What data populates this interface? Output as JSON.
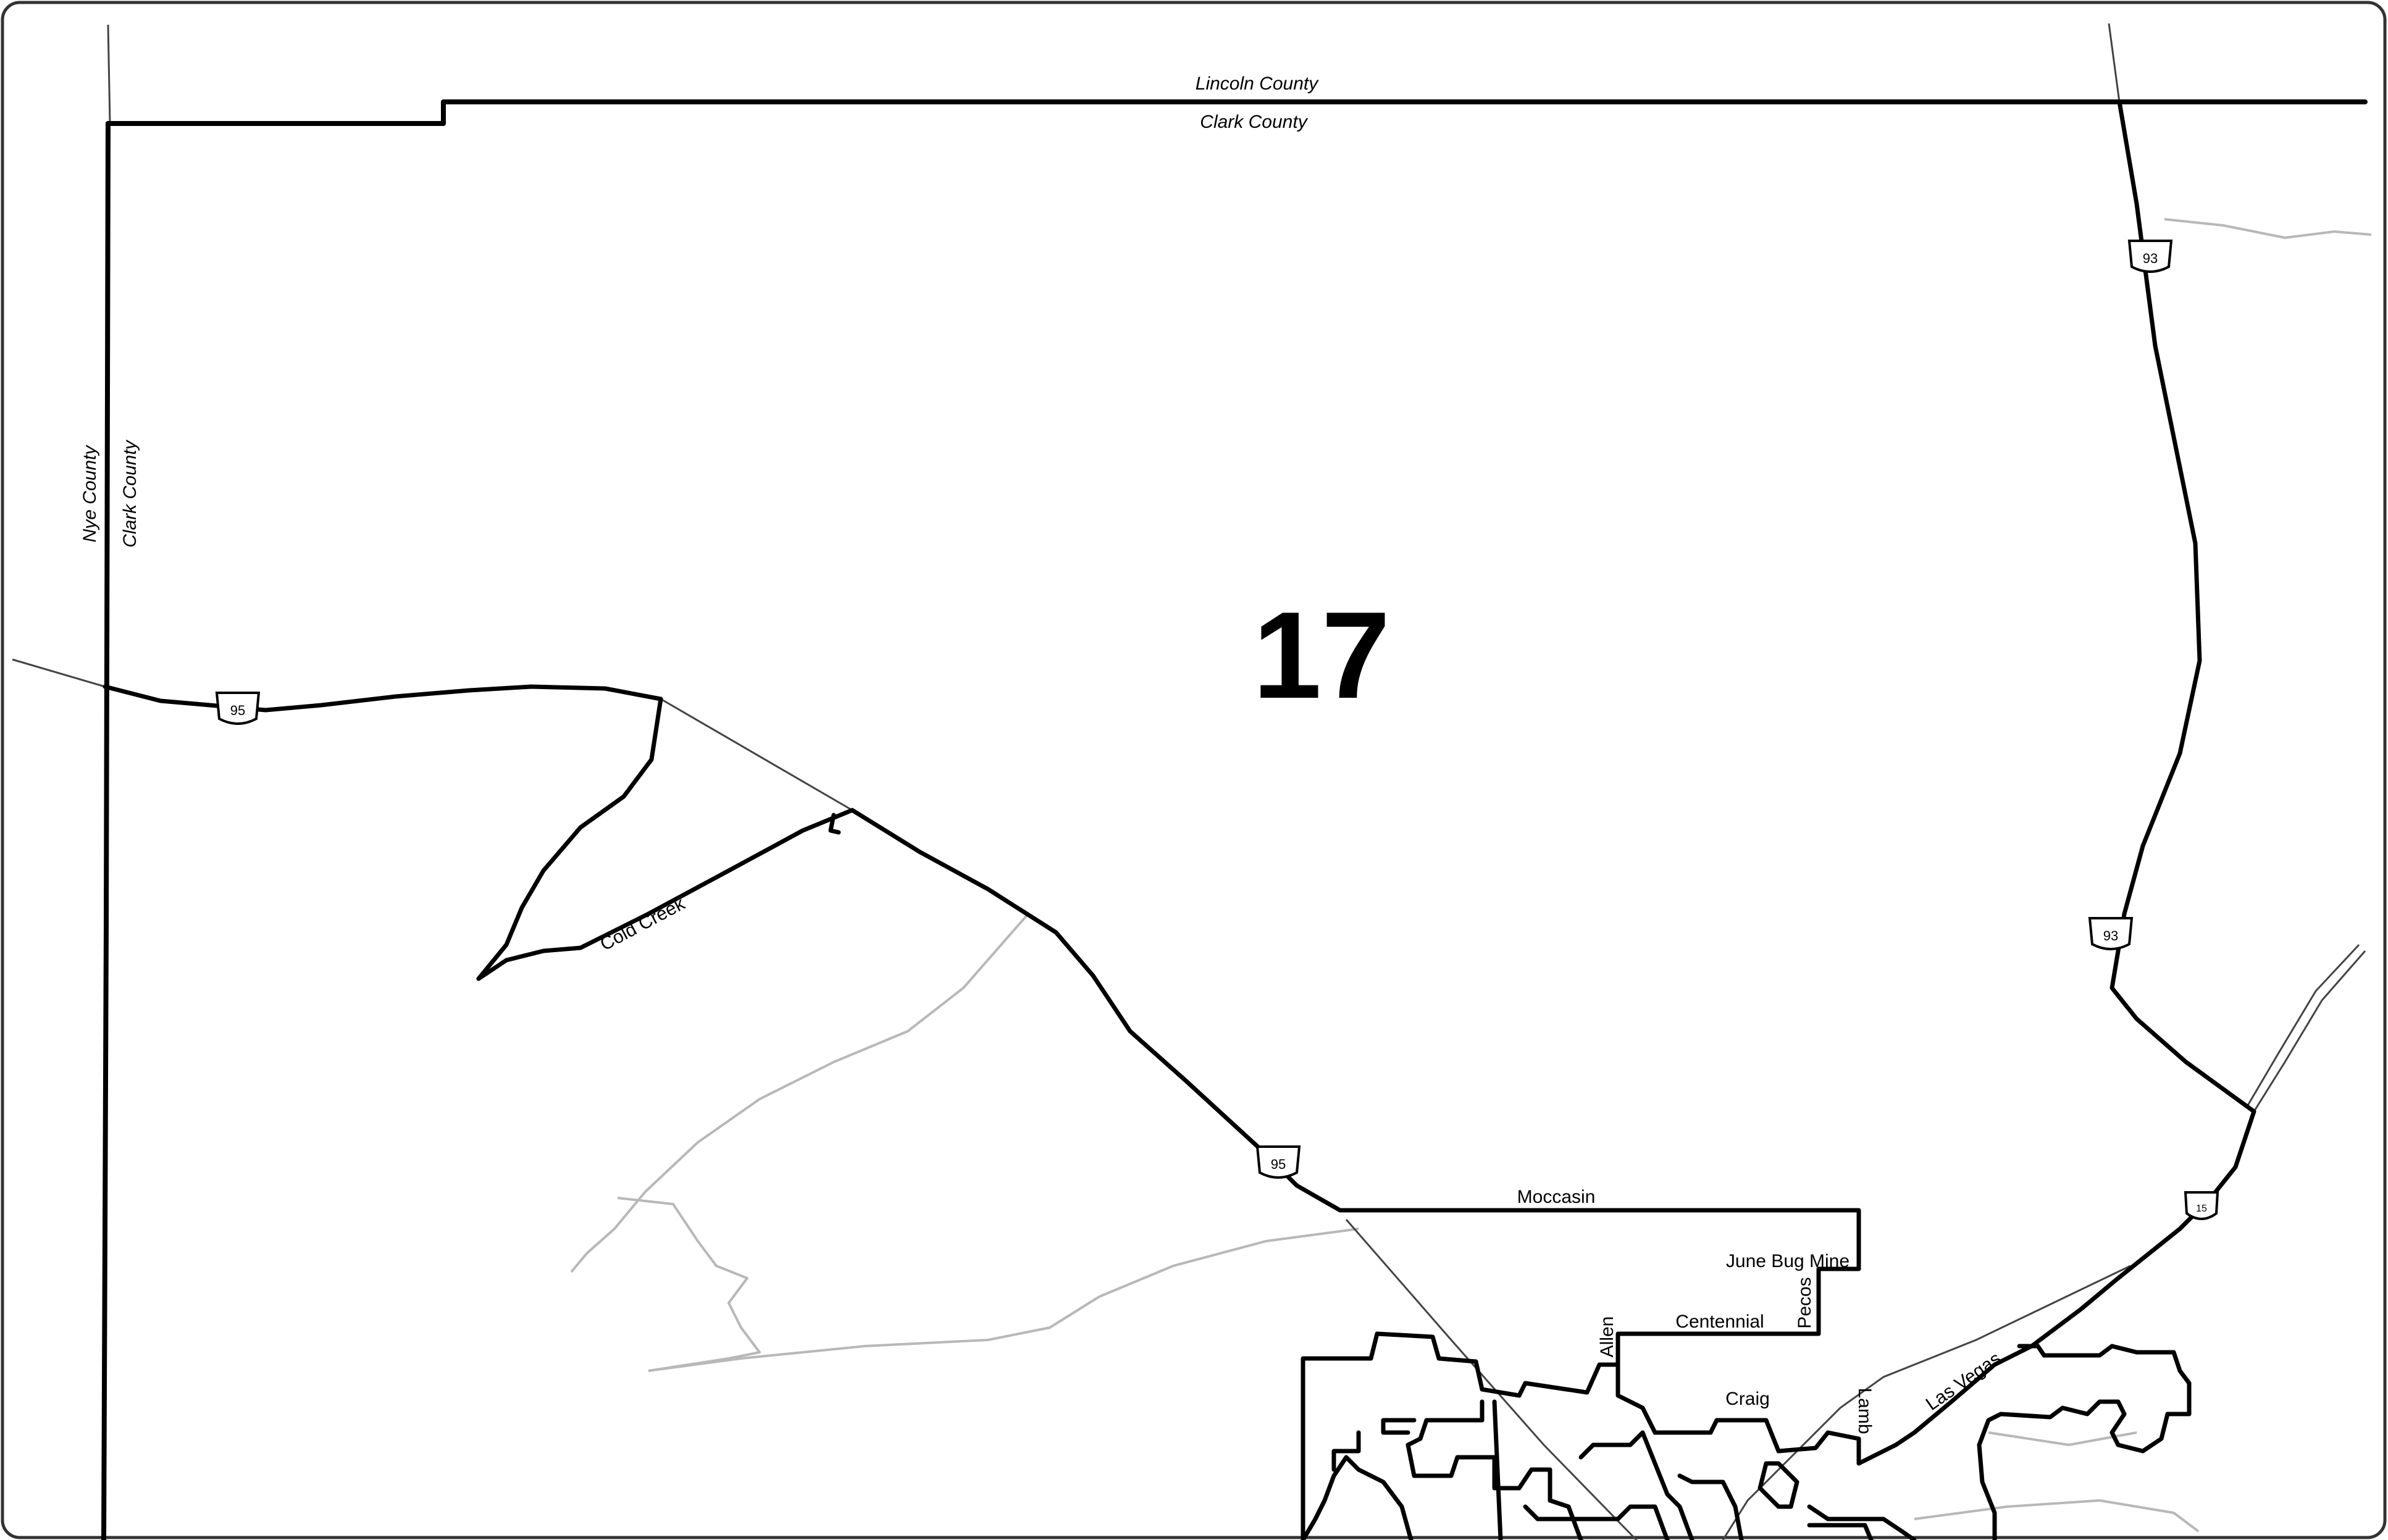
{
  "district": {
    "number": "17"
  },
  "counties": {
    "north": "Lincoln County",
    "south_of_north_line": "Clark County",
    "west": "Nye County",
    "east_of_west_line": "Clark County"
  },
  "streets": {
    "cold_creek": "Cold Creek",
    "moccasin": "Moccasin",
    "june_bug_mine": "June Bug Mine",
    "pecos": "Pecos",
    "allen": "Allen",
    "centennial": "Centennial",
    "craig": "Craig",
    "lamb": "Lamb",
    "las_vegas": "Las Vegas"
  },
  "shields": {
    "us95_west": "95",
    "us95_south": "95",
    "us93_north": "93",
    "us93_south": "93",
    "i15": "15"
  },
  "colors": {
    "boundary": "#000000",
    "minor_road": "#b8b8b8",
    "background": "#ffffff"
  }
}
